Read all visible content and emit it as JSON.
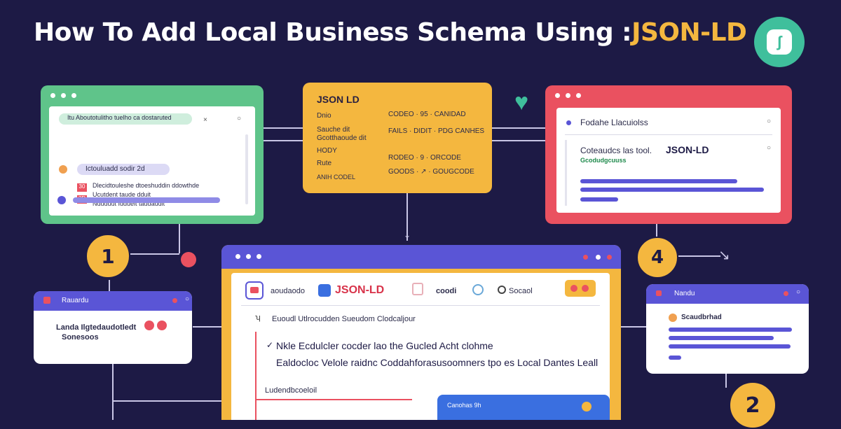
{
  "header": {
    "title_main": "How To Add Local Business Schema Using",
    "title_separator": ":",
    "title_accent": "JSON-LD"
  },
  "logo": {
    "icon": "wave-logo-icon",
    "glyph": "ʃ"
  },
  "panel_json": {
    "heading": "JSON LD",
    "left_lines": [
      "Dnio",
      "Sauche dit",
      "Gcotthaoude dit",
      "HODY",
      "Rute",
      "ANIH CODEL"
    ],
    "right_lines": [
      "CODEO · 95 · CANIDAD",
      "FAILS · DIDIT · PDG CANHES",
      "RODEO · 9 · ORCODE",
      "GOODS · ↗ · GOUGCODE"
    ]
  },
  "panel_green": {
    "lines": [
      "Itu Aboutotulitho tuelho ca dostaruted",
      "Ictouluadd sodir 2d",
      "Dlecidtouleshe dtoeshuddin ddowthde",
      "Ucutdent taude dduit",
      "Nduduut Idduelt taudaudit"
    ],
    "badges": [
      "30",
      "3D"
    ]
  },
  "panel_red": {
    "lines": [
      "Fodahe Llacuiolss",
      "Coteaudcs las tool.",
      "Gcodudgcuuss"
    ],
    "accent": "JSON-LD"
  },
  "panel_left_small": {
    "title": "Rauardu",
    "lines": [
      "Landa Ilgtedaudotledt",
      "Sonesoos"
    ]
  },
  "panel_right_small": {
    "title": "Nandu",
    "lines": [
      "Scaudbrhad"
    ]
  },
  "panel_main": {
    "toolbar": [
      "aoudaodo",
      "JSON-LD",
      "coodi",
      "Socaol"
    ],
    "heading": "Euoudl Utlrocudden Sueudom Clodcaljour",
    "line1": "Nkle Ecdulcler cocder lao the Gucled Acht clohme",
    "line2": "Ealdocloc Velole raidnc Coddahforasusoomners tpo es Local Dantes Leall",
    "footer": "Ludendbcoeloil",
    "card_title": "Canohas 9h"
  },
  "steps": [
    "1",
    "2",
    "4"
  ],
  "colors": {
    "background": "#1d1a45",
    "green": "#5fc48a",
    "orange": "#f4b73f",
    "red": "#ea5160",
    "purple": "#5a55d6",
    "teal": "#3fbf9c"
  }
}
